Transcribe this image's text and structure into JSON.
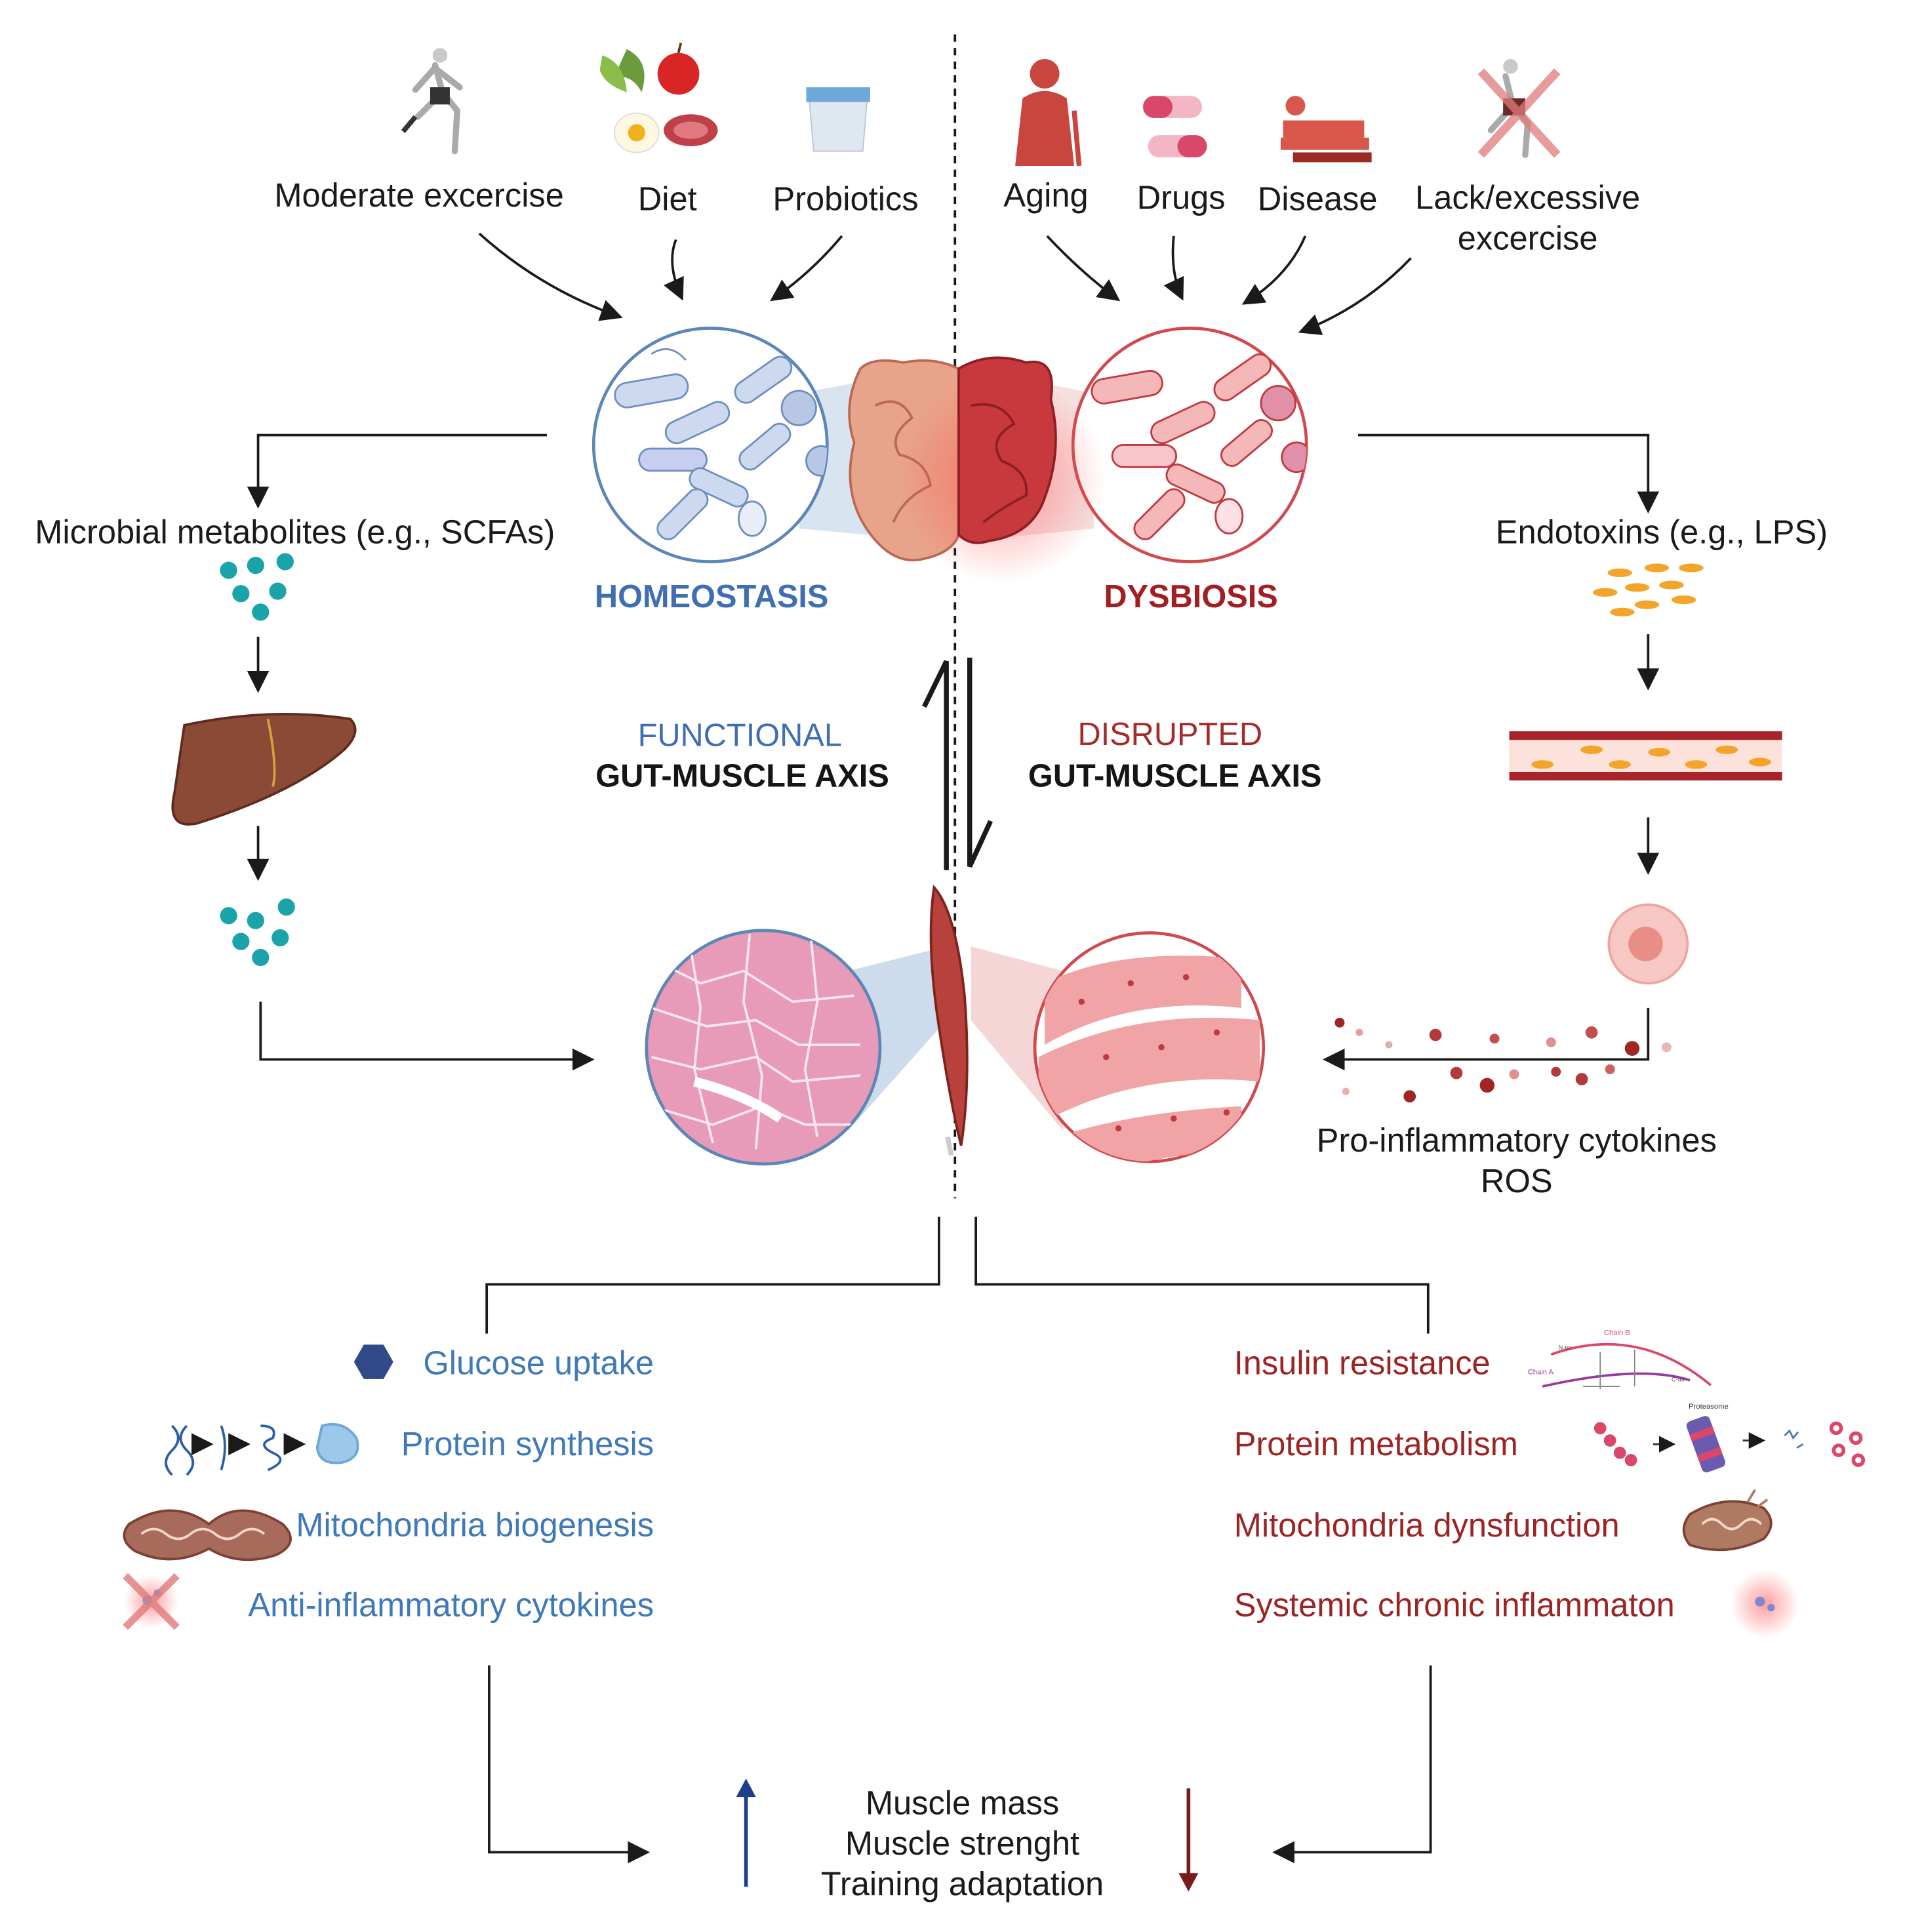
{
  "influences": {
    "exercise": "Moderate excercise",
    "diet": "Diet",
    "probiotics": "Probiotics",
    "aging": "Aging",
    "drugs": "Drugs",
    "disease": "Disease",
    "lack_line1": "Lack/excessive",
    "lack_line2": "excercise"
  },
  "states": {
    "homeostasis": "HOMEOSTASIS",
    "dysbiosis": "DYSBIOSIS"
  },
  "left_path": {
    "metabolites": "Microbial metabolites (e.g., SCFAs)"
  },
  "right_path": {
    "endotoxins": "Endotoxins (e.g., LPS)",
    "cytokines_line1": "Pro-inflammatory cytokines",
    "cytokines_line2": "ROS"
  },
  "axis": {
    "functional_1": "FUNCTIONAL",
    "functional_2": "GUT-MUSCLE AXIS",
    "disrupted_1": "DISRUPTED",
    "disrupted_2": "GUT-MUSCLE AXIS"
  },
  "benefits": [
    "Glucose uptake",
    "Protein synthesis",
    "Mitochondria biogenesis",
    "Anti-inflammatory cytokines"
  ],
  "harms": [
    "Insulin resistance",
    "Protein metabolism",
    "Mitochondria dynsfunction",
    "Systemic chronic inflammaton"
  ],
  "insulin_icon_labels": {
    "chain_b": "Chain B",
    "chain_a": "Chain A",
    "n_ter": "N-ter",
    "c_ter": "C-ter"
  },
  "proteasome_label": "Proteasome",
  "outcomes": {
    "line1": "Muscle mass",
    "line2": "Muscle strenght",
    "line3": "Training adaptation"
  },
  "colors": {
    "healthy_blue": "#3f79b8",
    "dysbiosis_red": "#9b2424",
    "metabolite_teal": "#1aa3a8",
    "lps_orange": "#f2a52a"
  }
}
